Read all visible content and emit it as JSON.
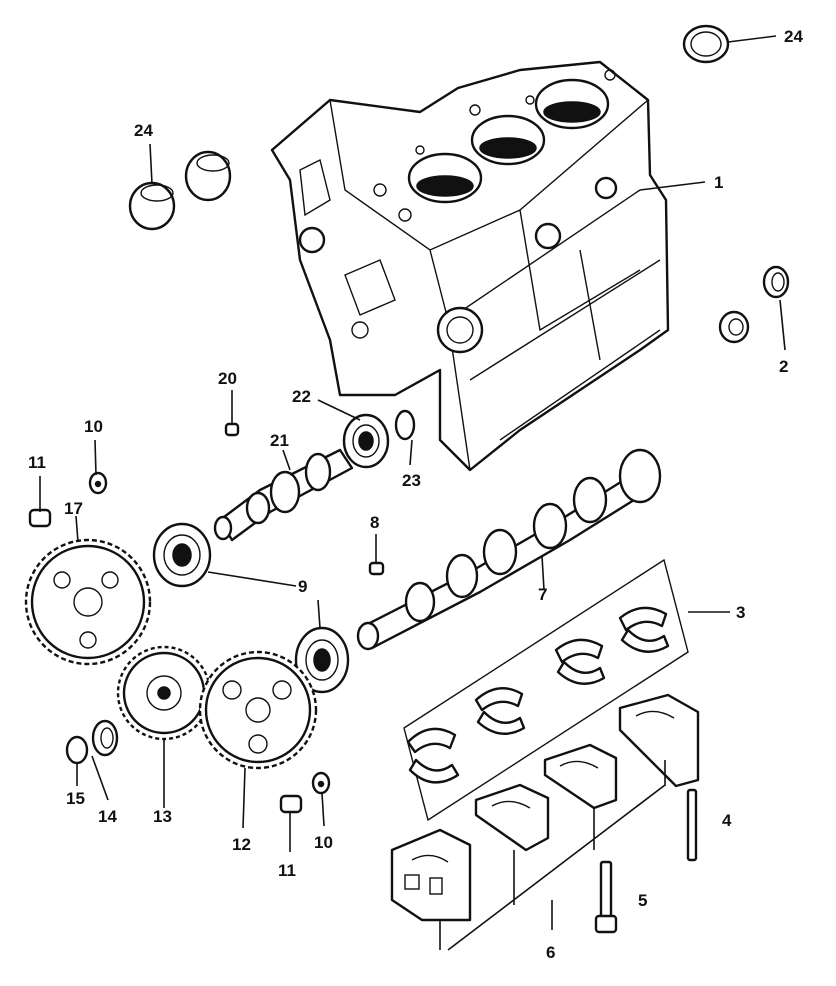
{
  "labels": {
    "l1": "1",
    "l2": "2",
    "l3": "3",
    "l4": "4",
    "l5": "5",
    "l6": "6",
    "l7": "7",
    "l8": "8",
    "l9": "9",
    "l10a": "10",
    "l10b": "10",
    "l11a": "11",
    "l11b": "11",
    "l12": "12",
    "l13": "13",
    "l14": "14",
    "l15": "15",
    "l17": "17",
    "l20": "20",
    "l21": "21",
    "l22": "22",
    "l23": "23",
    "l24a": "24",
    "l24b": "24"
  }
}
